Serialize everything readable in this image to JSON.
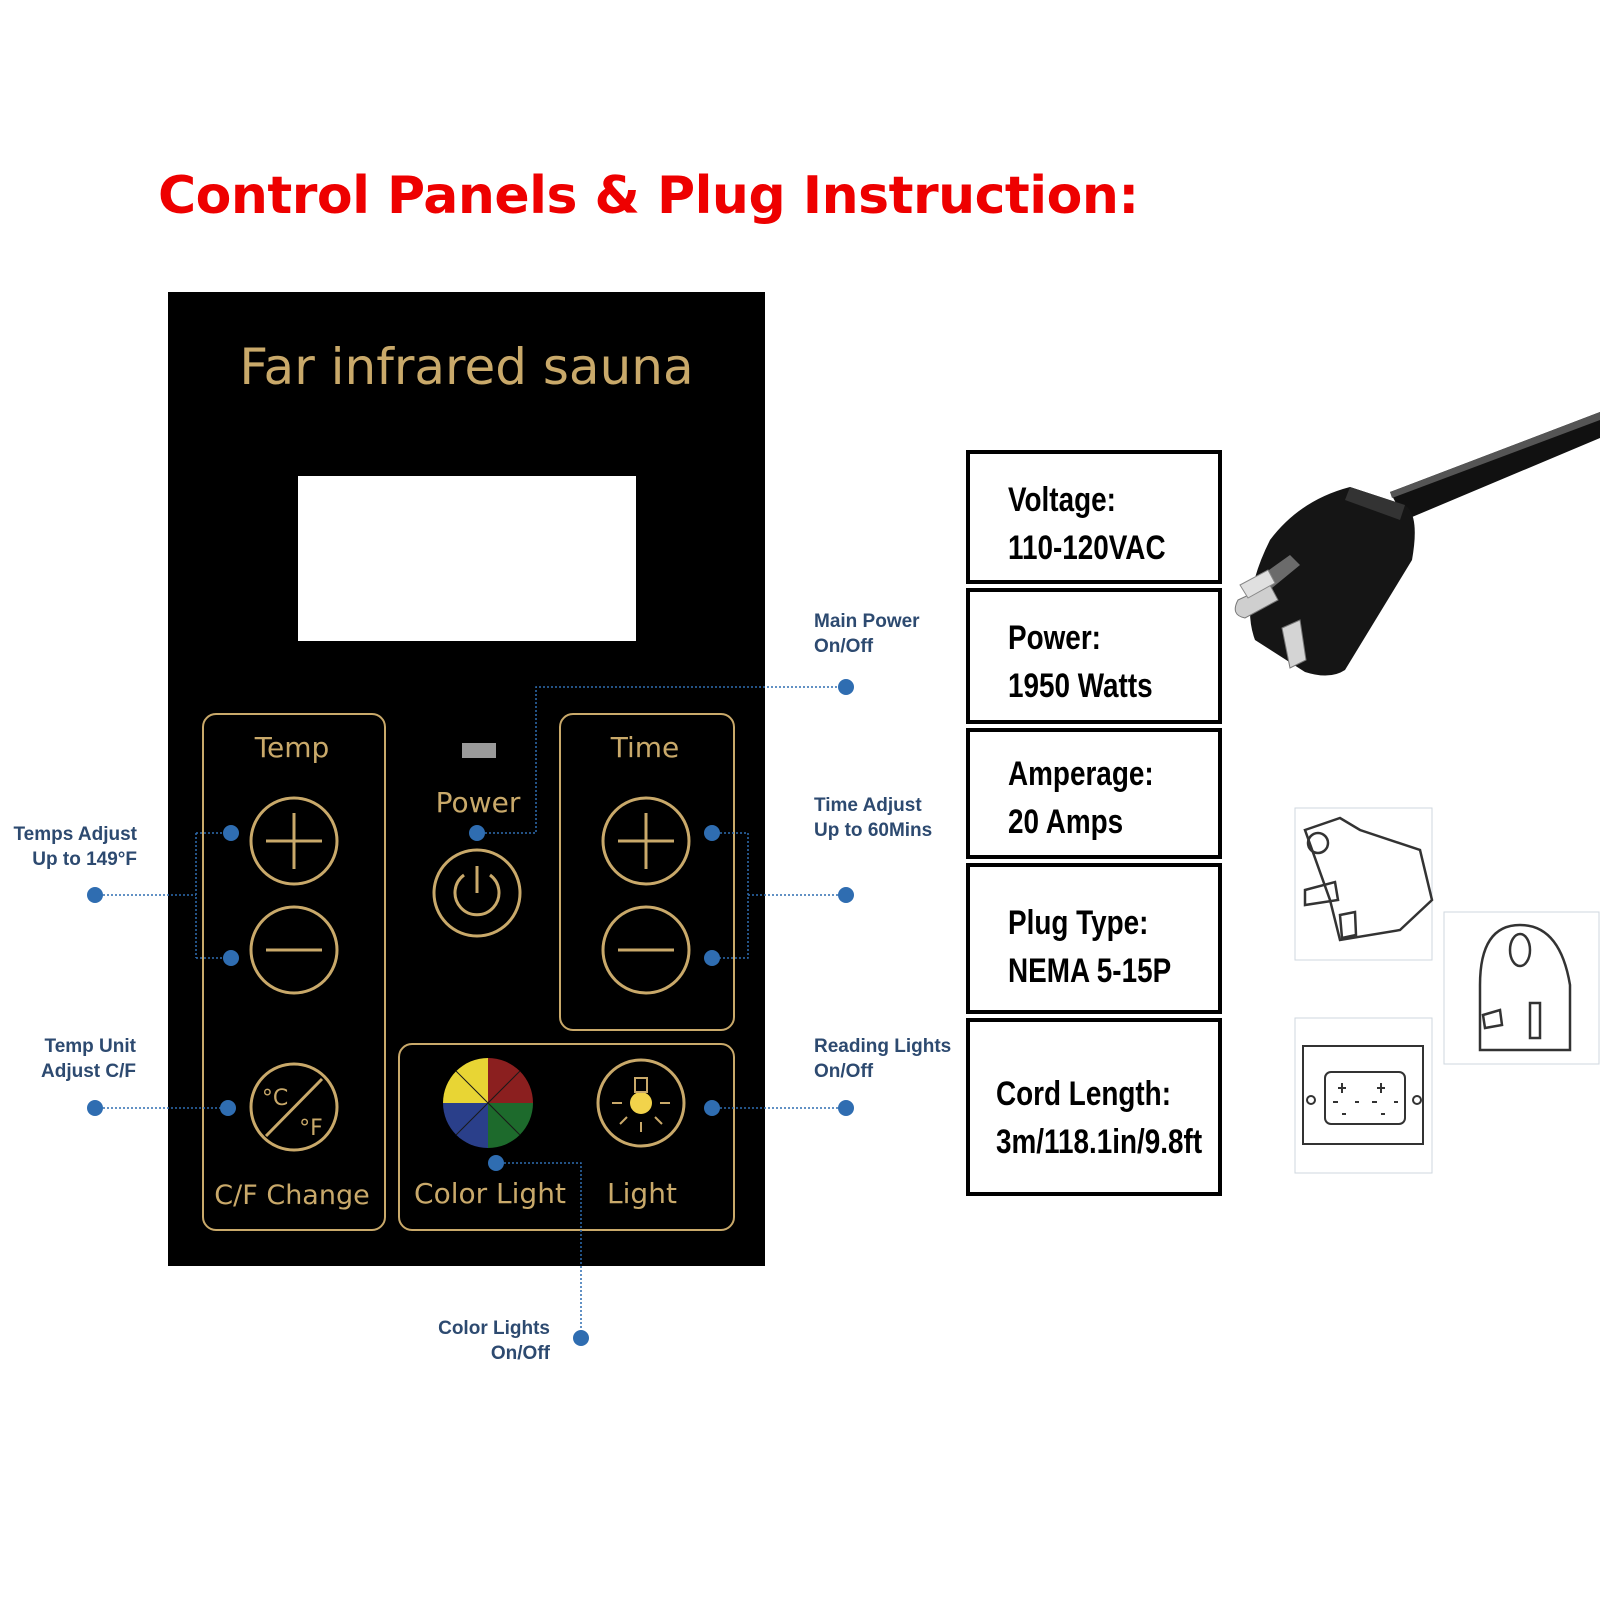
{
  "title": "Control Panels & Plug Instruction:",
  "panel": {
    "brand": "Far infrared sauna",
    "temp_label": "Temp",
    "time_label": "Time",
    "power_label": "Power",
    "cf_label": "C/F Change",
    "color_light_label": "Color Light",
    "light_label": "Light",
    "cf_glyph_c": "°C",
    "cf_glyph_f": "°F"
  },
  "callouts": {
    "temps_adjust": [
      "Temps Adjust",
      "Up to 149°F"
    ],
    "temp_unit": [
      "Temp Unit",
      "Adjust C/F"
    ],
    "main_power": [
      "Main Power",
      "On/Off"
    ],
    "time_adjust": [
      "Time Adjust",
      "Up to 60Mins"
    ],
    "reading_lights": [
      "Reading Lights",
      "On/Off"
    ],
    "color_lights": [
      "Color Lights",
      "On/Off"
    ]
  },
  "specs": [
    {
      "label": "Voltage:",
      "value": "110-120VAC"
    },
    {
      "label": "Power:",
      "value": "1950 Watts"
    },
    {
      "label": "Amperage:",
      "value": "20 Amps"
    },
    {
      "label": "Plug Type:",
      "value": "NEMA 5-15P"
    },
    {
      "label": "Cord Length:",
      "value": "3m/118.1in/9.8ft"
    }
  ],
  "colors": {
    "title": "#ee0000",
    "gold": "#c9a96a",
    "callout": "#2d4a70",
    "dot": "#2f6db1",
    "color_wheel": [
      "#8b1f1f",
      "#1d6a2c",
      "#e8d534",
      "#2a3f8a"
    ]
  }
}
